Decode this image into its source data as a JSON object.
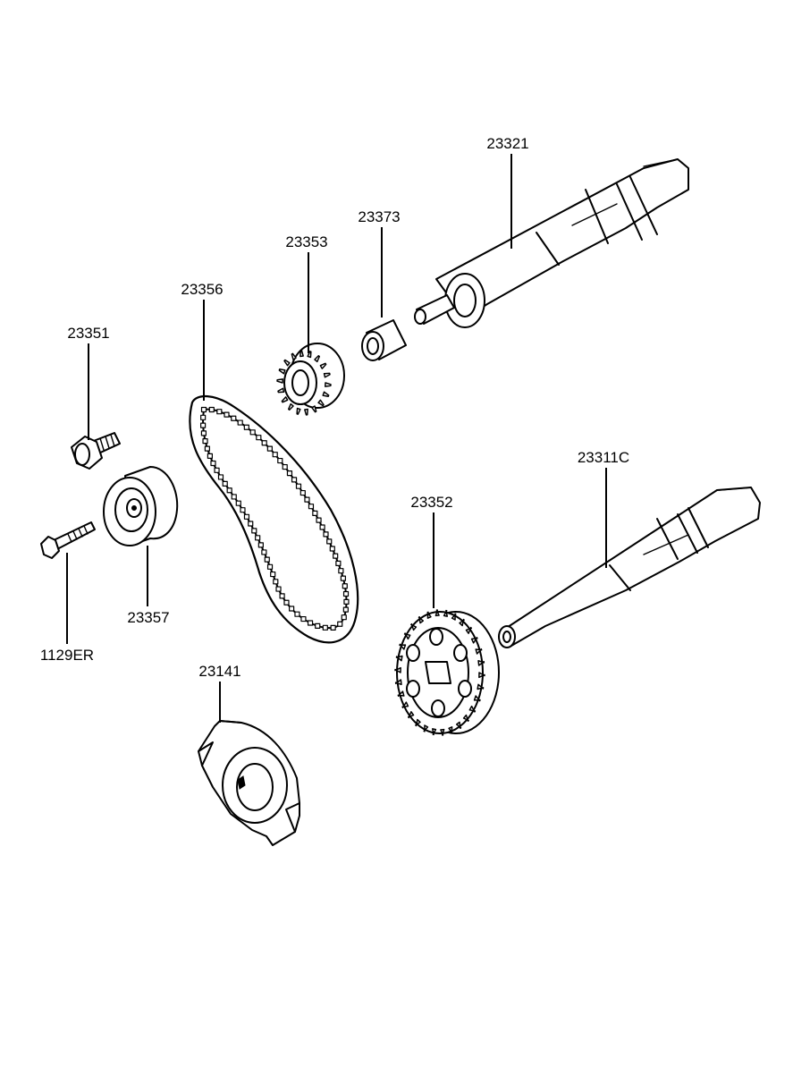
{
  "parts": [
    {
      "id": "23321",
      "name": "shaft-upper"
    },
    {
      "id": "23373",
      "name": "bushing"
    },
    {
      "id": "23353",
      "name": "small-sprocket"
    },
    {
      "id": "23356",
      "name": "timing-belt"
    },
    {
      "id": "23351",
      "name": "flange-bolt"
    },
    {
      "id": "23357",
      "name": "tensioner-pulley"
    },
    {
      "id": "1129ER",
      "name": "bolt"
    },
    {
      "id": "23311C",
      "name": "shaft-lower"
    },
    {
      "id": "23352",
      "name": "large-sprocket"
    },
    {
      "id": "23141",
      "name": "crank-plate"
    }
  ]
}
